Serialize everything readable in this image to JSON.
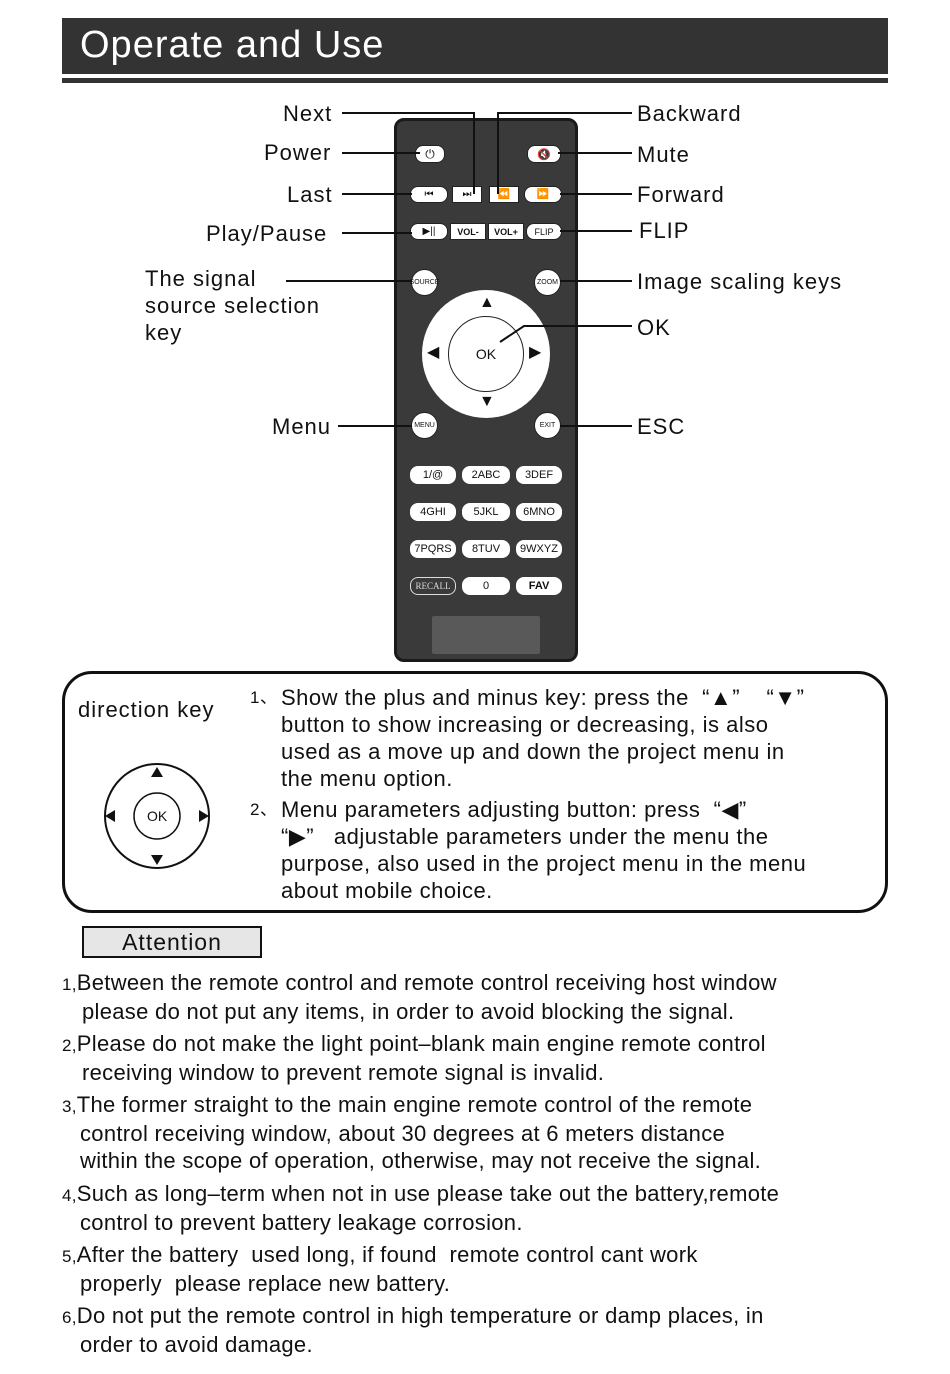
{
  "header": {
    "title": "Operate and Use"
  },
  "labels": {
    "next": "Next",
    "power": "Power",
    "last": "Last",
    "play_pause": "Play/Pause",
    "signal_source": [
      "The signal",
      "source selection",
      "key"
    ],
    "menu": "Menu",
    "backward": "Backward",
    "mute": "Mute",
    "forward": "Forward",
    "flip": "FLIP",
    "image_scaling": "Image scaling keys",
    "ok": "OK",
    "esc": "ESC"
  },
  "remote": {
    "vol_minus": "VOL-",
    "vol_plus": "VOL+",
    "flip": "FLIP",
    "source": "SOURCE",
    "zoom": "ZOOM",
    "ok": "OK",
    "menu": "MENU",
    "exit": "EXIT",
    "keypad": [
      "1/@",
      "2ABC",
      "3DEF",
      "4GHI",
      "5JKL",
      "6MNO",
      "7PQRS",
      "8TUV",
      "9WXYZ",
      "RECALL",
      "0",
      "FAV"
    ]
  },
  "direction": {
    "title": "direction key",
    "ok": "OK",
    "item1_num": "1、",
    "item1_lines": [
      "Show the plus and minus key: press the  “▲”    “▼”",
      "button to show increasing or decreasing, is also",
      "used as a move up and down the project menu in",
      "the menu option."
    ],
    "item2_num": "2、",
    "item2_lines": [
      "Menu parameters adjusting button: press  “◀”",
      "“▶”   adjustable parameters under the menu the",
      "purpose, also used in the project menu in the menu",
      "about mobile choice."
    ]
  },
  "attention": {
    "title": "Attention",
    "notes": [
      {
        "num": "1,",
        "lines": [
          "Between the remote control and remote control receiving host window",
          "please do not put any items, in order to avoid blocking the signal."
        ]
      },
      {
        "num": "2,",
        "lines": [
          "Please do not make the light point–blank main engine remote control",
          "receiving window to prevent remote signal is invalid."
        ]
      },
      {
        "num": "3,",
        "lines": [
          "The former straight to the main engine remote control of the remote",
          "control receiving window, about 30 degrees at 6 meters distance",
          "within the scope of operation, otherwise, may not receive the signal."
        ]
      },
      {
        "num": "4,",
        "lines": [
          "Such as long–term when not in use please take out the battery,remote",
          "control to prevent battery leakage corrosion."
        ]
      },
      {
        "num": "5,",
        "lines": [
          "After the battery  used long, if found  remote control cant work",
          "properly  please replace new battery."
        ]
      },
      {
        "num": "6,",
        "lines": [
          "Do not put the remote control in high temperature or damp places, in",
          "order to avoid damage."
        ]
      }
    ]
  }
}
